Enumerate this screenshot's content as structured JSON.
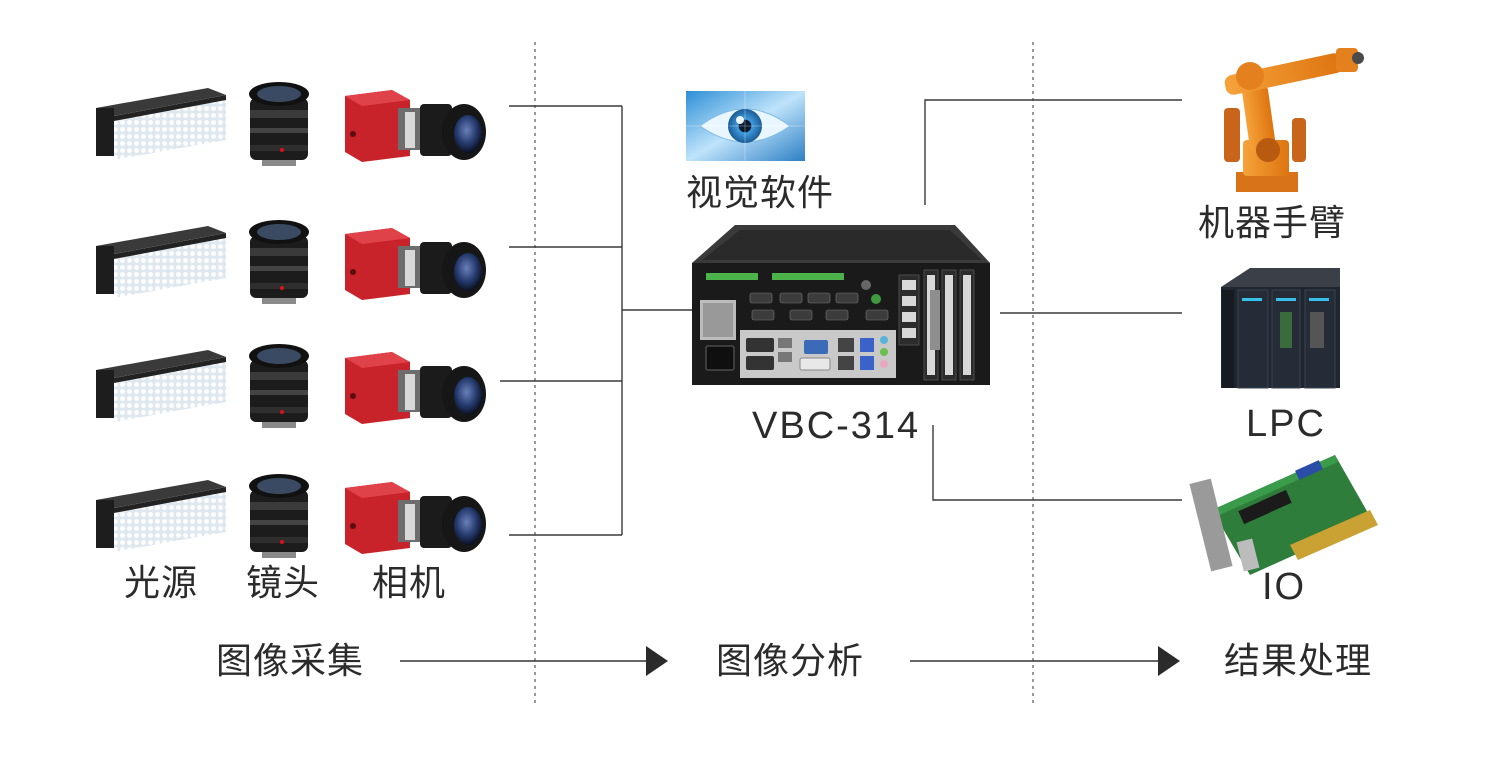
{
  "acquisition": {
    "light_label": "光源",
    "lens_label": "镜头",
    "camera_label": "相机"
  },
  "software_label": "视觉软件",
  "controller_label": "VBC-314",
  "outputs": {
    "robot_label": "机器手臂",
    "plc_label": "LPC",
    "io_label": "IO"
  },
  "stages": {
    "acquisition": "图像采集",
    "analysis": "图像分析",
    "processing": "结果处理"
  },
  "colors": {
    "line": "#3a3a3a",
    "camera_red": "#c8232a",
    "robot_orange": "#f08a1c",
    "plc_dark": "#1f2630",
    "pcb_green": "#2e7d3b",
    "led_white": "#eef6ff"
  }
}
